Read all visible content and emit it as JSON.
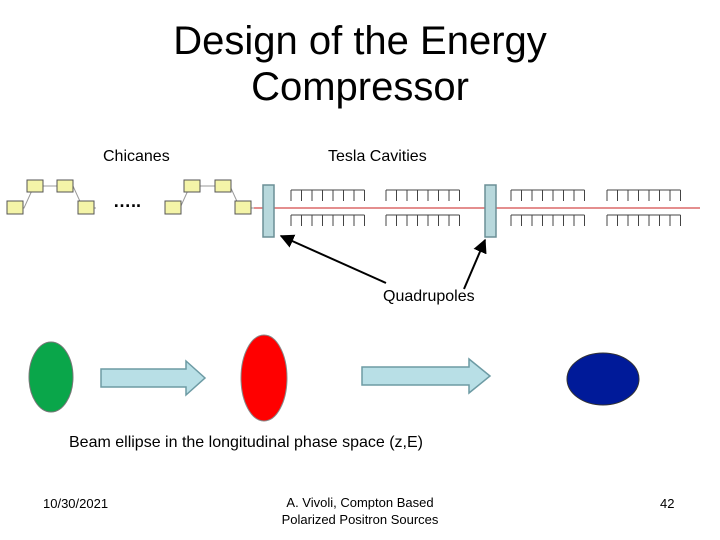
{
  "slide": {
    "title_line1": "Design of the Energy",
    "title_line2": "Compressor"
  },
  "labels": {
    "chicanes": "Chicanes",
    "tesla_cavities": "Tesla Cavities",
    "ellipsis": "…..",
    "quadrupoles": "Quadrupoles",
    "phase_space_caption": "Beam ellipse in the longitudinal phase space (z,E)"
  },
  "colors": {
    "magnet_fill": "#f4f4a8",
    "beamline": "#d44b4b",
    "quadrupole_fill": "#b8d8dc",
    "arrow_fill": "#b8dfe6",
    "ellipse_green": "#0aa64a",
    "ellipse_red": "#ff0000",
    "ellipse_blue": "#001a99"
  },
  "footer": {
    "date": "10/30/2021",
    "author_line1": "A. Vivoli, Compton Based",
    "author_line2": "Polarized Positron Sources",
    "page_number": "42"
  }
}
